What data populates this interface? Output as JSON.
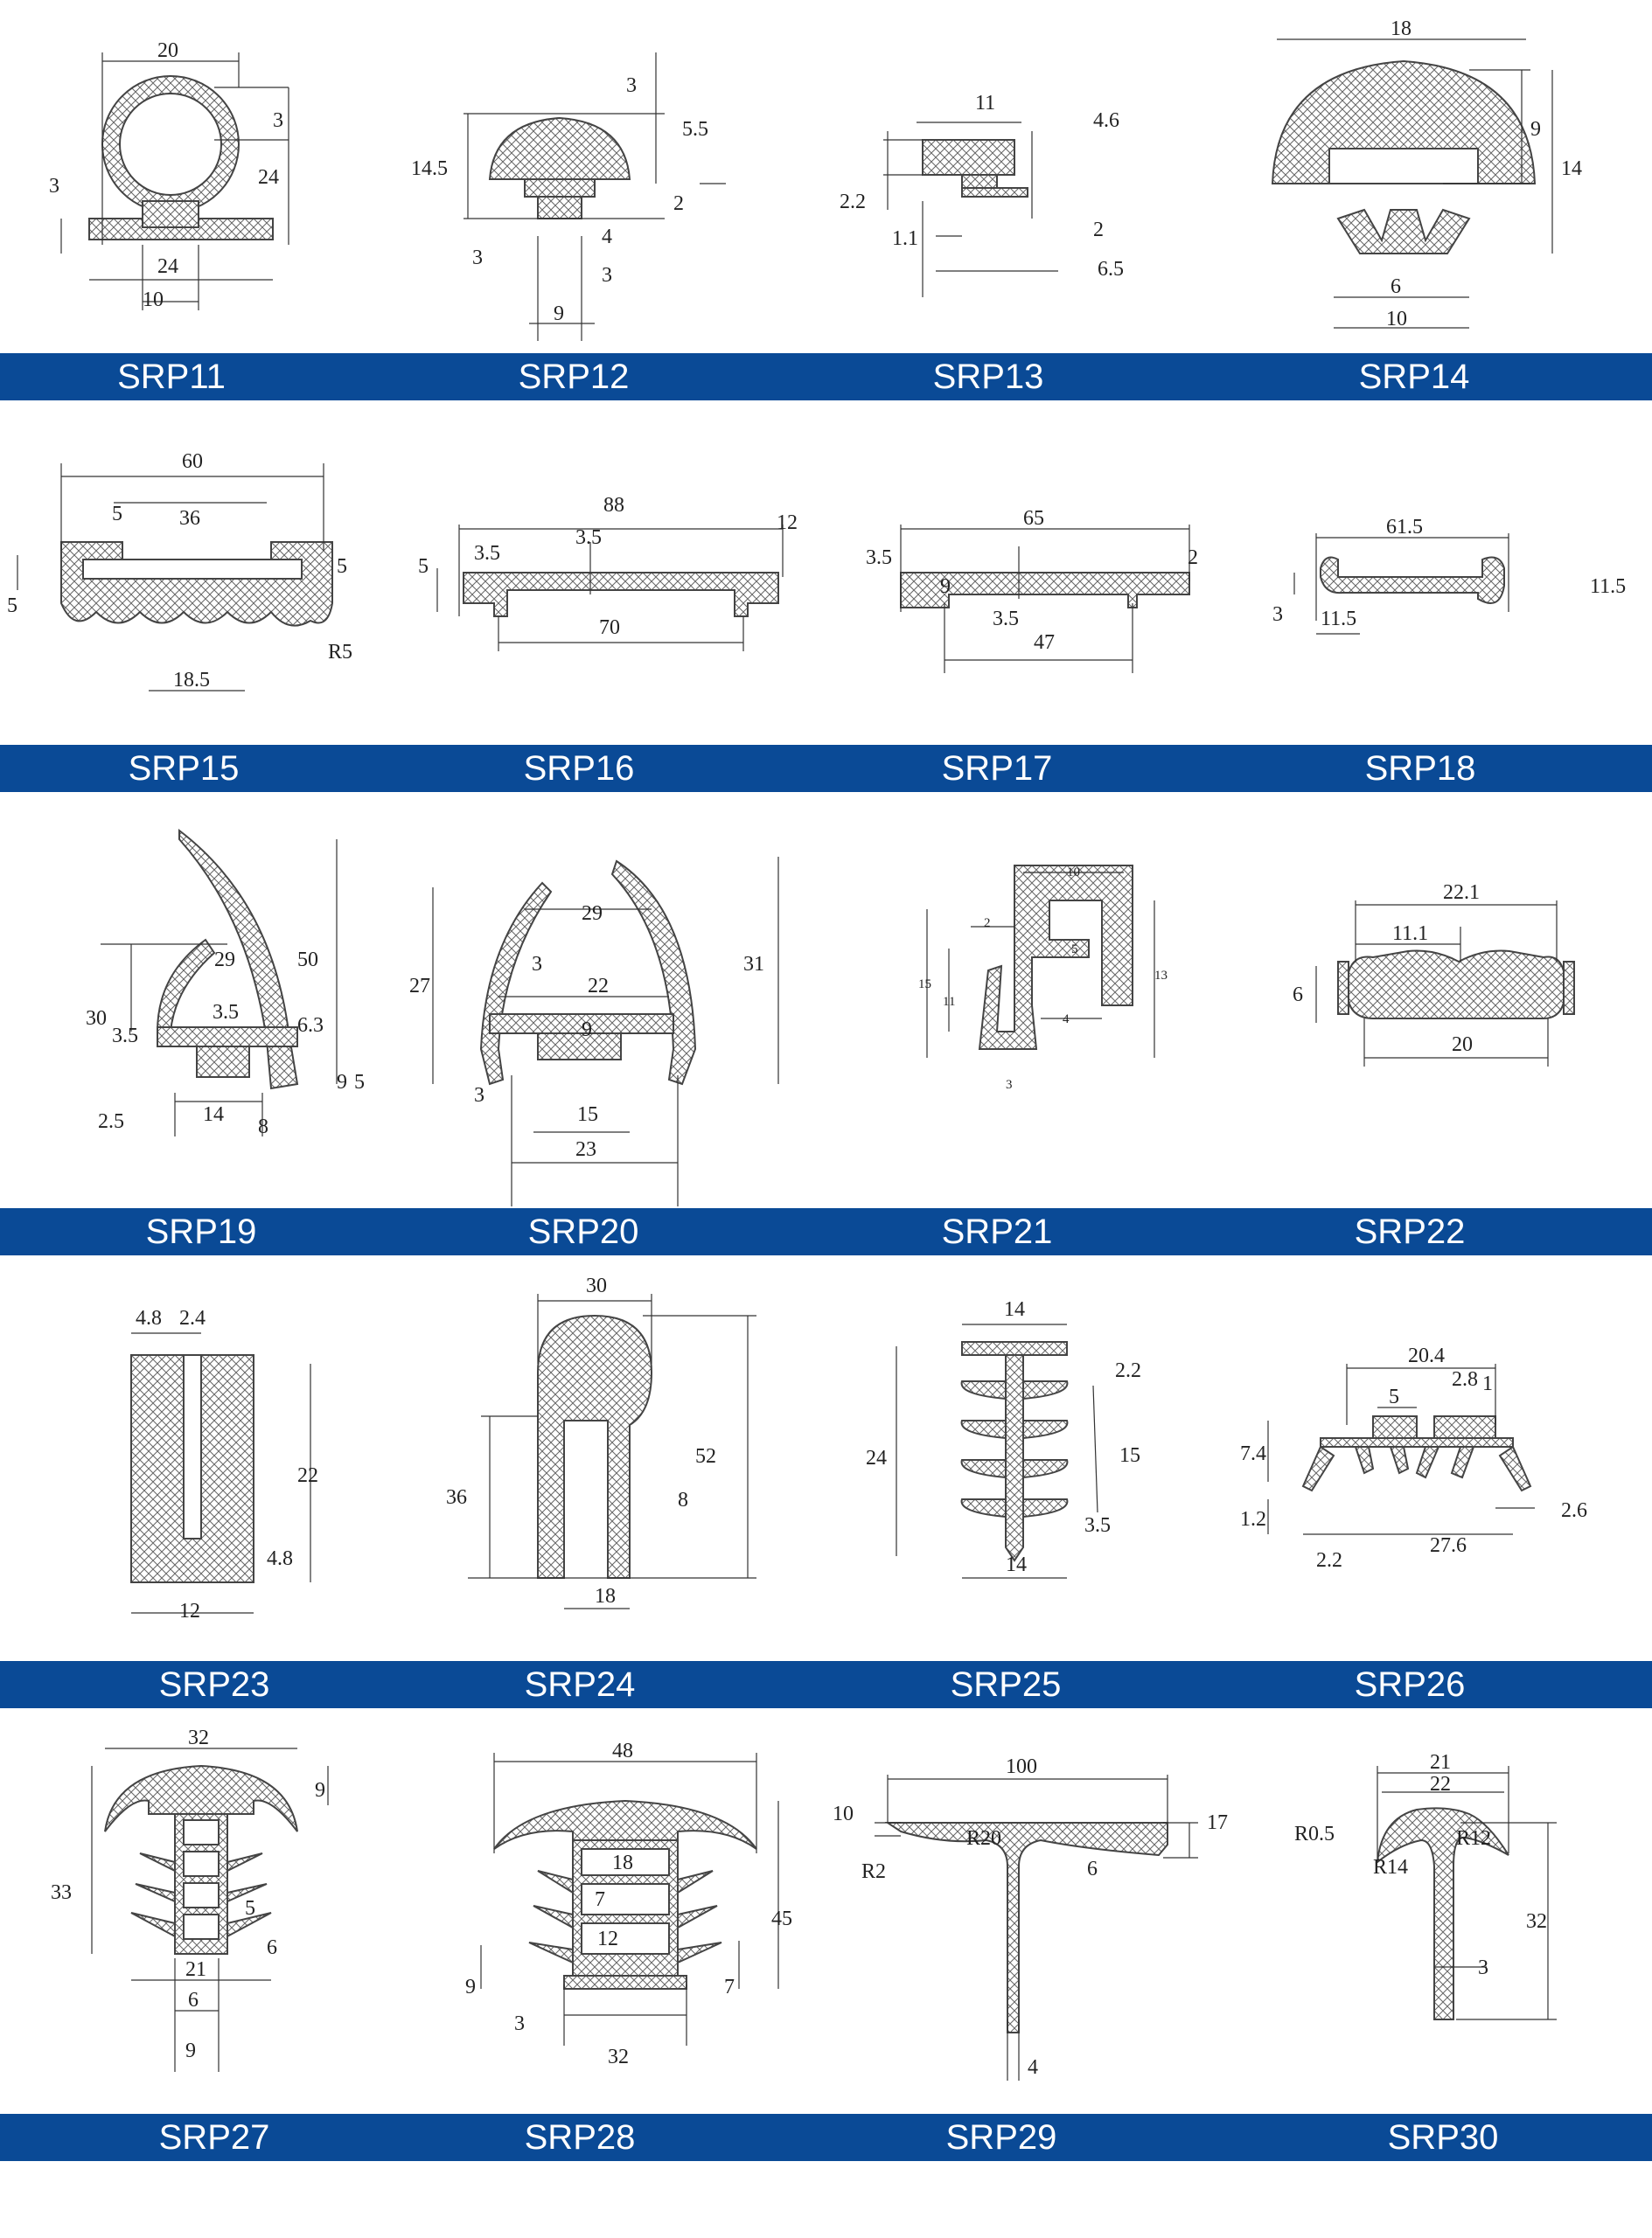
{
  "colors": {
    "band": "#0a4a96",
    "band_text": "#ffffff",
    "hatch": "#444444"
  },
  "rows": [
    {
      "labels": [
        "SRP11",
        "SRP12",
        "SRP13",
        "SRP14"
      ],
      "dims": {
        "srp11": [
          "20",
          "3",
          "24",
          "3",
          "24",
          "10"
        ],
        "srp12": [
          "3",
          "5.5",
          "14.5",
          "2",
          "3",
          "4",
          "3",
          "9"
        ],
        "srp13": [
          "11",
          "4.6",
          "2.2",
          "1.1",
          "2",
          "6.5"
        ],
        "srp14": [
          "18",
          "9",
          "14",
          "6",
          "10"
        ]
      }
    },
    {
      "labels": [
        "SRP15",
        "SRP16",
        "SRP17",
        "SRP18"
      ],
      "dims": {
        "srp15": [
          "60",
          "5",
          "36",
          "5",
          "5",
          "R5",
          "18.5"
        ],
        "srp16": [
          "88",
          "12",
          "3.5",
          "3.5",
          "5",
          "70"
        ],
        "srp17": [
          "65",
          "3.5",
          "2",
          "9",
          "3.5",
          "47"
        ],
        "srp18": [
          "61.5",
          "3",
          "11.5",
          "11.5"
        ]
      }
    },
    {
      "labels": [
        "SRP19",
        "SRP20",
        "SRP21",
        "SRP22"
      ],
      "dims": {
        "srp19": [
          "29",
          "50",
          "30",
          "3.5",
          "3.5",
          "6.3",
          "9",
          "5",
          "2.5",
          "14",
          "8"
        ],
        "srp20": [
          "29",
          "31",
          "27",
          "3",
          "22",
          "9",
          "3",
          "15",
          "23"
        ],
        "srp21": [
          "10",
          "2",
          "5",
          "15",
          "11",
          "13",
          "4",
          "3"
        ],
        "srp22": [
          "22.1",
          "11.1",
          "6",
          "20"
        ]
      }
    },
    {
      "labels": [
        "SRP23",
        "SRP24",
        "SRP25",
        "SRP26"
      ],
      "dims": {
        "srp23": [
          "4.8",
          "2.4",
          "22",
          "4.8",
          "12"
        ],
        "srp24": [
          "30",
          "52",
          "36",
          "8",
          "18"
        ],
        "srp25": [
          "14",
          "2.2",
          "24",
          "15",
          "3.5",
          "14"
        ],
        "srp26": [
          "20.4",
          "2.8",
          "1",
          "5",
          "7.4",
          "1.2",
          "2.2",
          "27.6",
          "2.6"
        ]
      }
    },
    {
      "labels": [
        "SRP27",
        "SRP28",
        "SRP29",
        "SRP30"
      ],
      "dims": {
        "srp27": [
          "32",
          "9",
          "33",
          "5",
          "6",
          "21",
          "6",
          "9"
        ],
        "srp28": [
          "48",
          "18",
          "7",
          "45",
          "12",
          "9",
          "7",
          "3",
          "32"
        ],
        "srp29": [
          "100",
          "10",
          "17",
          "R2",
          "R20",
          "6",
          "4"
        ],
        "srp30": [
          "21",
          "22",
          "R0.5",
          "R12",
          "R14",
          "32",
          "3"
        ]
      }
    }
  ]
}
